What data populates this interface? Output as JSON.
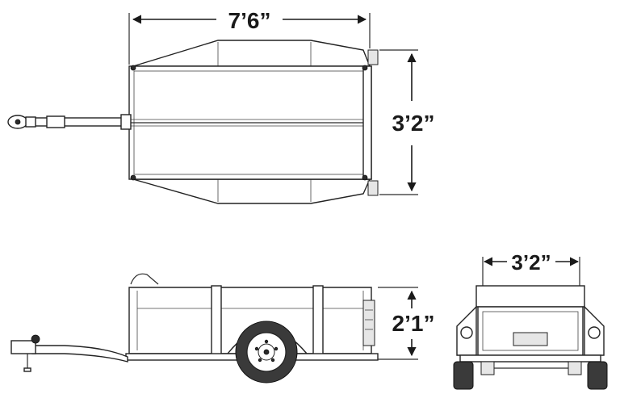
{
  "dimensions": {
    "top_length": "7’6”",
    "top_width": "3’2”",
    "side_height": "2’1”",
    "rear_width": "3’2”"
  },
  "colors": {
    "line": "#2b2b2b",
    "label": "#1a1a1a",
    "background": "#ffffff"
  },
  "icons": [
    "coupler-icon",
    "wheel-icon",
    "taillight-icon"
  ]
}
